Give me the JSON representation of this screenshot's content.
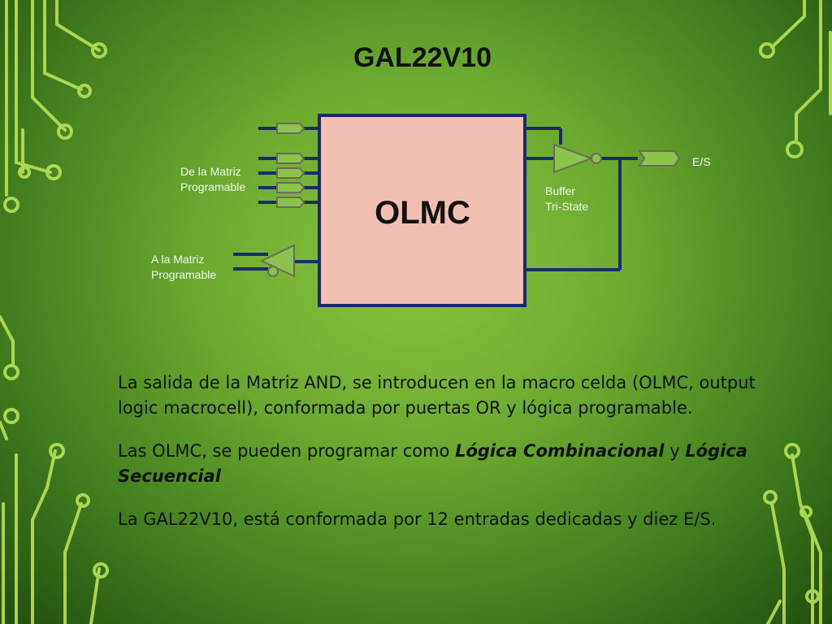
{
  "slide": {
    "title": "GAL22V10",
    "diagram": {
      "block_label": "OLMC",
      "input_label": {
        "line1": "De la Matriz",
        "line2": "Programable"
      },
      "feedback_label": {
        "line1": "A la Matriz",
        "line2": "Programable"
      },
      "buffer_label": {
        "line1": "Buffer",
        "line2": "Tri-State"
      },
      "io_label": "E/S",
      "colors": {
        "block_fill": "#f2c0b2",
        "wire": "#1b2a6b",
        "gate_fill": "#8cc34a",
        "gate_stroke": "#6d6a5a"
      }
    },
    "paragraphs": {
      "p1": "La salida  de la Matriz AND, se introducen en la macro celda (OLMC, output logic macrocell), conformada por puertas OR y lógica programable.",
      "p2_start": "Las OLMC, se pueden programar como ",
      "p2_em1": "Lógica Combinacional",
      "p2_mid": " y ",
      "p2_em2": "Lógica Secuencial",
      "p3": "La GAL22V10, está conformada por 12 entradas dedicadas y diez E/S."
    },
    "background": {
      "center": "#8cc63f",
      "edge": "#234d0f",
      "trace_color": "#b8e05a"
    }
  }
}
